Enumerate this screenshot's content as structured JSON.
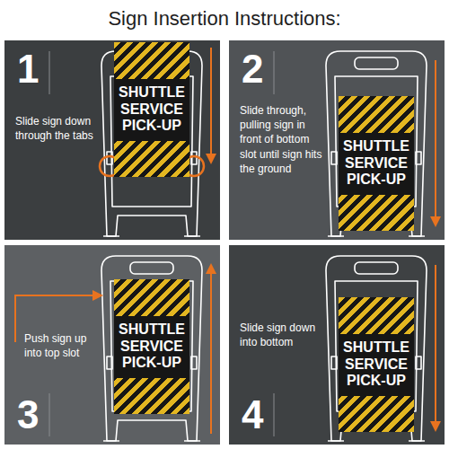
{
  "diagram": {
    "title": "Sign Insertion Instructions:",
    "nodes": [
      {
        "text": [
          "1",
          "Slide sign down through the tabs"
        ]
      },
      {
        "text": [
          "SHUTTLE SERVICE PICK-UP"
        ],
        "in": 0
      },
      {
        "text": [
          "2",
          "Slide through, pulling sign in front of bottom slot until sign hits the ground"
        ]
      },
      {
        "text": [
          "SHUTTLE SERVICE PICK-UP"
        ],
        "in": 2
      },
      {
        "text": [
          "Push sign up into top slot",
          "3"
        ]
      },
      {
        "text": [
          "SHUTTLE SERVICE PICK-UP"
        ],
        "in": 4
      },
      {
        "text": [
          "Slide sign down into bottom",
          "4"
        ]
      },
      {
        "text": [
          "SHUTTLE SERVICE PICK-UP"
        ],
        "in": 6
      }
    ]
  }
}
